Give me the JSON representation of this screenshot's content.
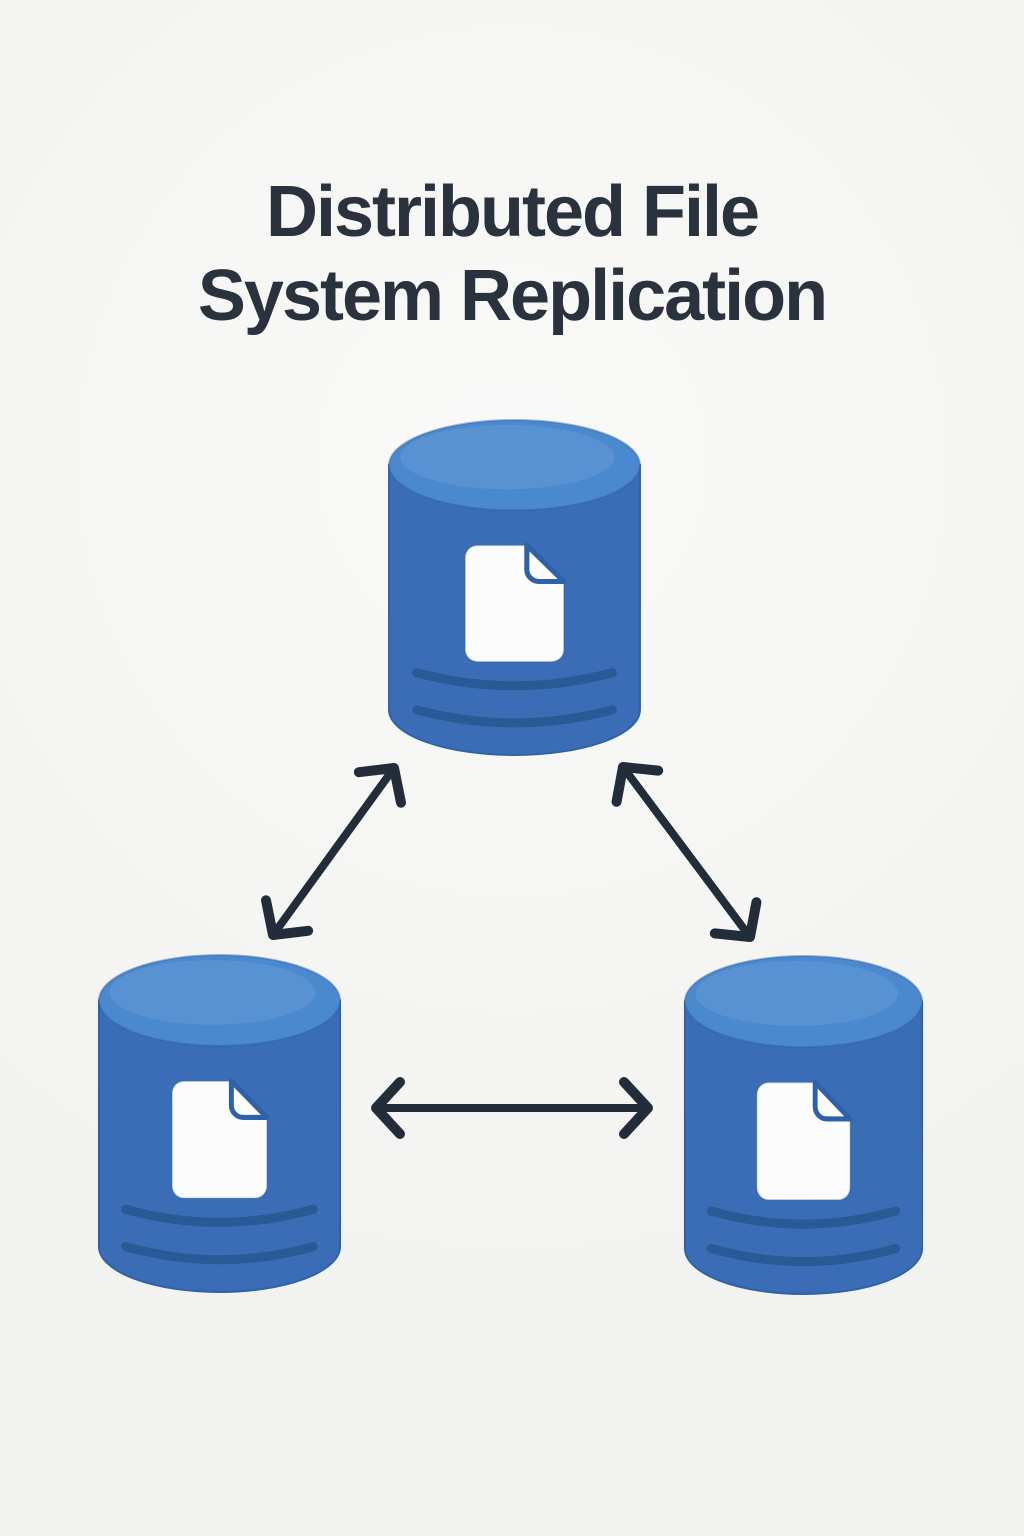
{
  "title": {
    "line1": "Distributed File",
    "line2": "System Replication"
  },
  "diagram": {
    "type": "replication-topology",
    "nodes": [
      {
        "id": "node-top",
        "shape": "database-cylinder",
        "icon": "file-document-icon"
      },
      {
        "id": "node-bottom-left",
        "shape": "database-cylinder",
        "icon": "file-document-icon"
      },
      {
        "id": "node-bottom-right",
        "shape": "database-cylinder",
        "icon": "file-document-icon"
      }
    ],
    "links": [
      {
        "from": "node-top",
        "to": "node-bottom-left",
        "bidirectional": true
      },
      {
        "from": "node-top",
        "to": "node-bottom-right",
        "bidirectional": true
      },
      {
        "from": "node-bottom-left",
        "to": "node-bottom-right",
        "bidirectional": true
      }
    ]
  },
  "colors": {
    "background": "#f2f2f0",
    "title": "#29323d",
    "cylinder_body": "#3a6db6",
    "cylinder_top": "#4b89cf",
    "cylinder_edge": "#2e62a9",
    "groove": "#2a5a95",
    "document_fill": "#fcfcfd",
    "document_fold": "#2d61aa",
    "arrow": "#232d3a"
  }
}
